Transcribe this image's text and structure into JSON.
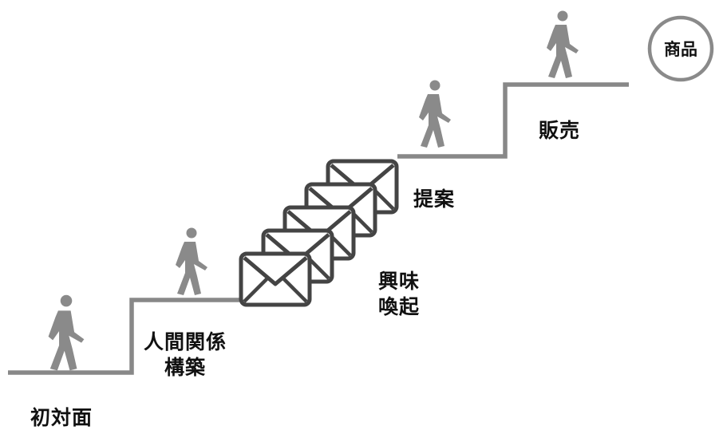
{
  "stages": {
    "first_meeting": "初対面",
    "relationship_line1": "人間関係",
    "relationship_line2": "構築",
    "interest_line1": "興味",
    "interest_line2": "喚起",
    "proposal": "提案",
    "sales": "販売"
  },
  "goal": {
    "label": "商品"
  },
  "colors": {
    "steps": "#888888",
    "envelope": "#444444",
    "figure": "#8a8a8a",
    "goal_ring": "#8a8a8a"
  }
}
